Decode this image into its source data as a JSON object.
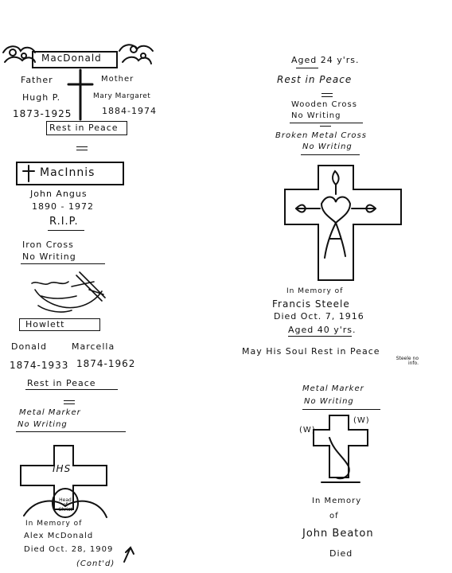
{
  "left": {
    "macdonald": {
      "surname": "MacDonald",
      "father_label": "Father",
      "mother_label": "Mother",
      "father_name": "Hugh P.",
      "mother_name": "Mary Margaret",
      "father_years": "1873-1925",
      "mother_years": "1884-1974",
      "epitaph": "Rest in Peace"
    },
    "macinnis": {
      "surname": "MacInnis",
      "name": "John Angus",
      "years": "1890 - 1972",
      "rip": "R.I.P.",
      "note_line1": "Iron Cross",
      "note_line2": "No Writing"
    },
    "howlett": {
      "surname": "Howlett",
      "name1": "Donald",
      "name2": "Marcella",
      "years1": "1874-1933",
      "years2": "1874-1962",
      "epitaph": "Rest in Peace",
      "note_line1": "Metal Marker",
      "note_line2": "No Writing"
    },
    "alex": {
      "cross_text": "IHS",
      "badge_text": "Head of Christ",
      "line1": "In Memory of",
      "line2": "Alex McDonald",
      "line3": "Died Oct. 28, 1909",
      "continued": "(Cont'd)"
    }
  },
  "right": {
    "aged_24": "Aged 24 y'rs.",
    "rest_in_peace": "Rest in Peace",
    "wooden_cross_line1": "Wooden Cross",
    "wooden_cross_line2": "No Writing",
    "broken_cross_line1": "Broken Metal Cross",
    "broken_cross_line2": "No Writing",
    "steele": {
      "line1": "In Memory of",
      "line2": "Francis Steele",
      "line3": "Died Oct. 7, 1916",
      "line4": "Aged 40 y'rs.",
      "line5": "May His Soul Rest in Peace",
      "side_note": "Steele no info."
    },
    "beaton": {
      "note_line1": "Metal Marker",
      "note_line2": "No Writing",
      "mark_left": "(W)",
      "mark_right": "(W)",
      "line1": "In Memory",
      "line2": "of",
      "line3": "John Beaton",
      "line4": "Died"
    }
  }
}
